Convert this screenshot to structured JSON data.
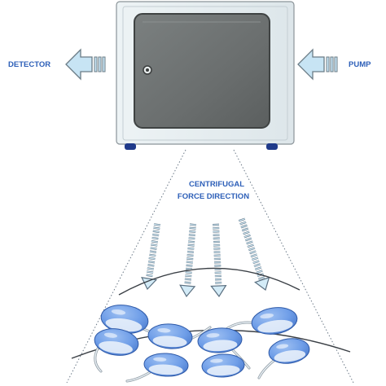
{
  "labels": {
    "left": "DETECTOR",
    "right": "PUMP",
    "force_line1": "CENTRIFUGAL",
    "force_line2": "FORCE DIRECTION"
  },
  "colors": {
    "accent": "#2d5fb8",
    "cabinet": "#e4ecef",
    "door": "#6f7373",
    "arrow": "#c7e4f4",
    "cell": "#6f9ee8"
  },
  "icons": {
    "door_knob": "knob-icon",
    "left_arrow": "arrow-left-icon",
    "right_arrow": "arrow-left-icon",
    "force_arrows": "arrow-down-icon"
  }
}
